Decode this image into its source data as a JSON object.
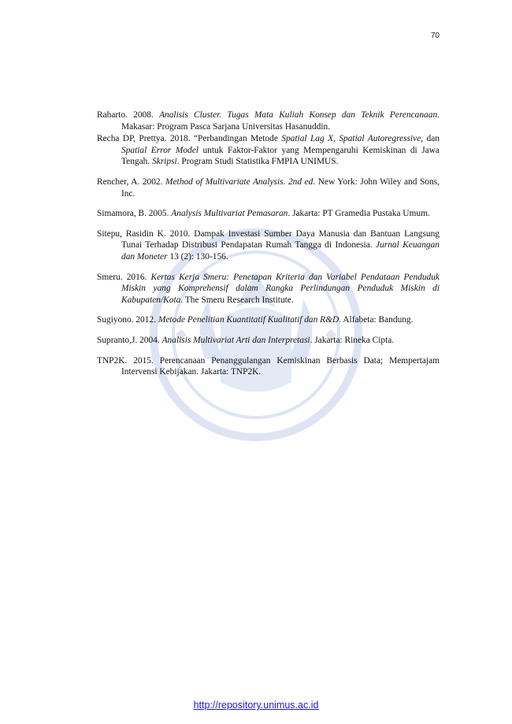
{
  "page": {
    "number": "70"
  },
  "references": [
    {
      "parts": [
        {
          "t": "Raharto. 2008. "
        },
        {
          "t": "Analisis Cluster. Tugas Mata Kuliah Konsep dan Teknik Perencanaan",
          "i": true
        },
        {
          "t": ". Makasar: Program Pasca Sarjana Universitas Hasanuddin."
        }
      ]
    },
    {
      "parts": [
        {
          "t": "Recha DP, Prettya. 2018. “Perbandingan Metode "
        },
        {
          "t": "Spatial Lag X, Spatial Autoregressive",
          "i": true
        },
        {
          "t": ", dan "
        },
        {
          "t": "Spatial Error Model",
          "i": true
        },
        {
          "t": " untuk Faktor-Faktor yang Mempengaruhi Kemiskinan di Jawa Tengah. "
        },
        {
          "t": "Skripsi",
          "i": true
        },
        {
          "t": ". Program Studi Statistika FMPIA UNIMUS."
        }
      ]
    },
    {
      "parts": [
        {
          "t": "Rencher, A. 2002. "
        },
        {
          "t": "Method of Multivariate Analysis. 2nd ed",
          "i": true
        },
        {
          "t": ". New York: John Wiley and Sons, Inc."
        }
      ]
    },
    {
      "parts": [
        {
          "t": "Simamora, B. 2005. "
        },
        {
          "t": "Analysis Multivariat Pemasaran",
          "i": true
        },
        {
          "t": ". Jakarta: PT Gramedia Pustaka Umum."
        }
      ]
    },
    {
      "parts": [
        {
          "t": "Sitepu, Rasidin K. 2010. Dampak Investasi Sumber Daya Manusia dan Bantuan Langsung Tunai Terhadap Distribusi Pendapatan Rumah Tangga di Indonesia. "
        },
        {
          "t": "Jurnal Keuangan dan Moneter",
          "i": true
        },
        {
          "t": " 13 (2): 130-156."
        }
      ]
    },
    {
      "parts": [
        {
          "t": "Smeru. 2016. "
        },
        {
          "t": "Kertas Kerja Smeru: Penetapan Kriteria dan Variabel Pendataan Penduduk Miskin yang Komprehensif dalam Rangka Perlindungan Penduduk Miskin di Kabupaten/Kota",
          "i": true
        },
        {
          "t": ". The Smeru Research Institute."
        }
      ]
    },
    {
      "parts": [
        {
          "t": "Sugiyono. 2012. "
        },
        {
          "t": "Metode Penelitian Kuantitatif Kualitatif dan R&D",
          "i": true
        },
        {
          "t": ". Alfabeta: Bandung."
        }
      ]
    },
    {
      "parts": [
        {
          "t": "Supranto,J. 2004. "
        },
        {
          "t": "Analisis Multivariat Arti dan Interpretasi",
          "i": true
        },
        {
          "t": ". Jakarta: Rineka Cipta."
        }
      ]
    },
    {
      "parts": [
        {
          "t": "TNP2K. 2015. Perencanaan Penanggulangan Kemiskinan Berbasis Data; Mempertajam Intervensi Kebijakan. Jakarta: TNP2K."
        }
      ]
    }
  ],
  "footer": {
    "link_text": "http://repository.unimus.ac.id"
  },
  "watermark": {
    "color": "#3a5fc0",
    "icon": "university-seal-icon"
  }
}
